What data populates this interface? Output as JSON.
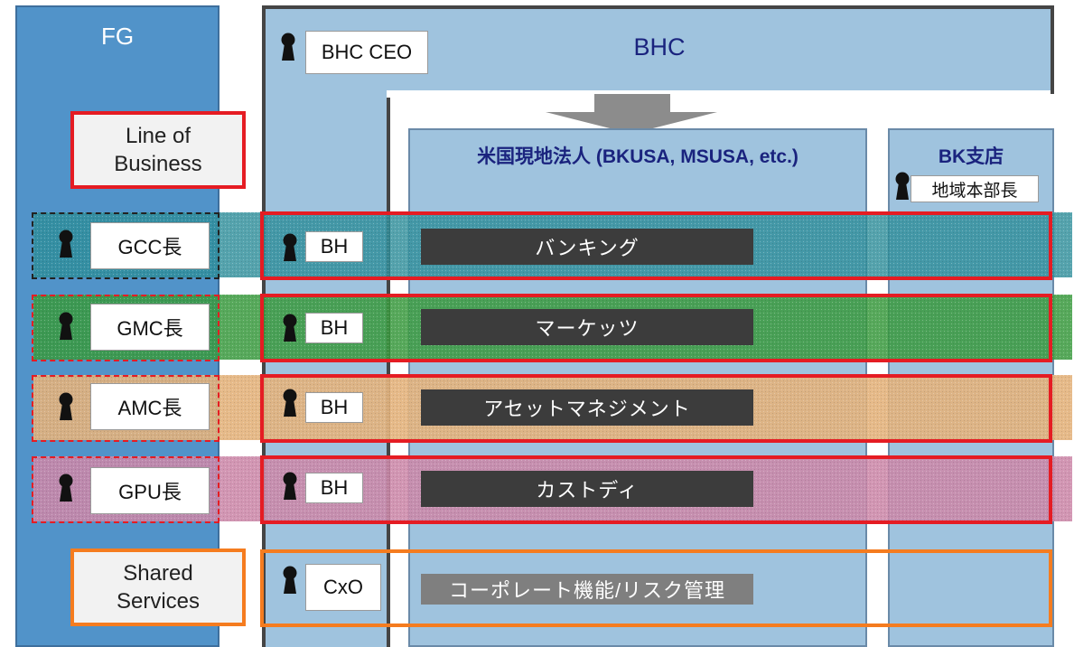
{
  "fg": {
    "title": "FG"
  },
  "bhc": {
    "title": "BHC",
    "ceo_label": "BHC CEO"
  },
  "subsidiaries": {
    "title": "米国現地法人 (BKUSA, MSUSA, etc.)"
  },
  "bk_branch": {
    "title": "BK支店",
    "head_label": "地域本部長"
  },
  "line_of_business": {
    "label_line1": "Line of",
    "label_line2": "Business"
  },
  "shared_services": {
    "label_line1": "Shared",
    "label_line2": "Services"
  },
  "rows": [
    {
      "head": "GCC長",
      "bh": "BH",
      "function": "バンキング",
      "color": "#2f8f9b"
    },
    {
      "head": "GMC長",
      "bh": "BH",
      "function": "マーケッツ",
      "color": "#3a9a3e"
    },
    {
      "head": "AMC長",
      "bh": "BH",
      "function": "アセットマネジメント",
      "color": "#e3b27c"
    },
    {
      "head": "GPU長",
      "bh": "BH",
      "function": "カストディ",
      "color": "#cc88a8"
    }
  ],
  "shared_row": {
    "cxo": "CxO",
    "function": "コーポレート機能/リスク管理"
  },
  "colors": {
    "red_frame": "#e51c23",
    "orange_frame": "#f57c1f",
    "bhc_blue": "#9fc3de",
    "fg_blue": "#5193c9",
    "navy_text": "#1a237e"
  },
  "icons": {
    "person": "keyhole-person-icon",
    "arrow": "down-arrow-icon"
  }
}
